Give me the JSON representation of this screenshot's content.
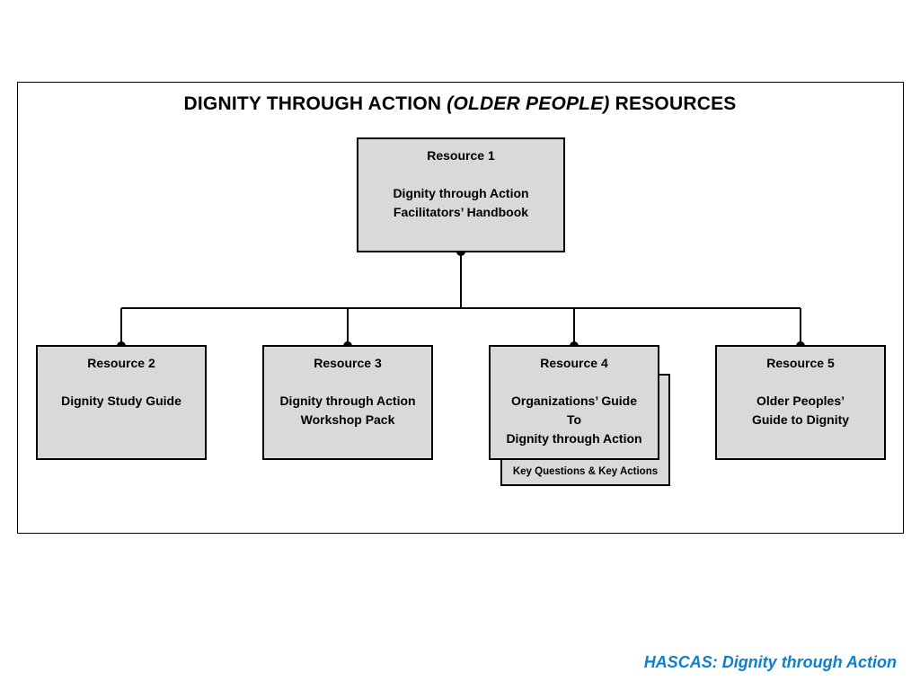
{
  "title": {
    "part1": "DIGNITY THROUGH ACTION",
    "part2": "(OLDER PEOPLE)",
    "part3": "RESOURCES"
  },
  "resources": [
    {
      "label": "Resource 1",
      "lines": [
        "Dignity through Action",
        "Facilitators’ Handbook"
      ]
    },
    {
      "label": "Resource 2",
      "lines": [
        "Dignity Study Guide"
      ]
    },
    {
      "label": "Resource  3",
      "lines": [
        "Dignity through Action",
        "Workshop Pack"
      ]
    },
    {
      "label": "Resource 4",
      "lines": [
        "Organizations’ Guide",
        "To",
        "Dignity through Action"
      ]
    },
    {
      "label": "Resource 5",
      "lines": [
        "Older Peoples’",
        "Guide to Dignity"
      ]
    }
  ],
  "sub_resource": {
    "label": "Key Questions & Key Actions"
  },
  "footer": "HASCAS: Dignity through Action"
}
